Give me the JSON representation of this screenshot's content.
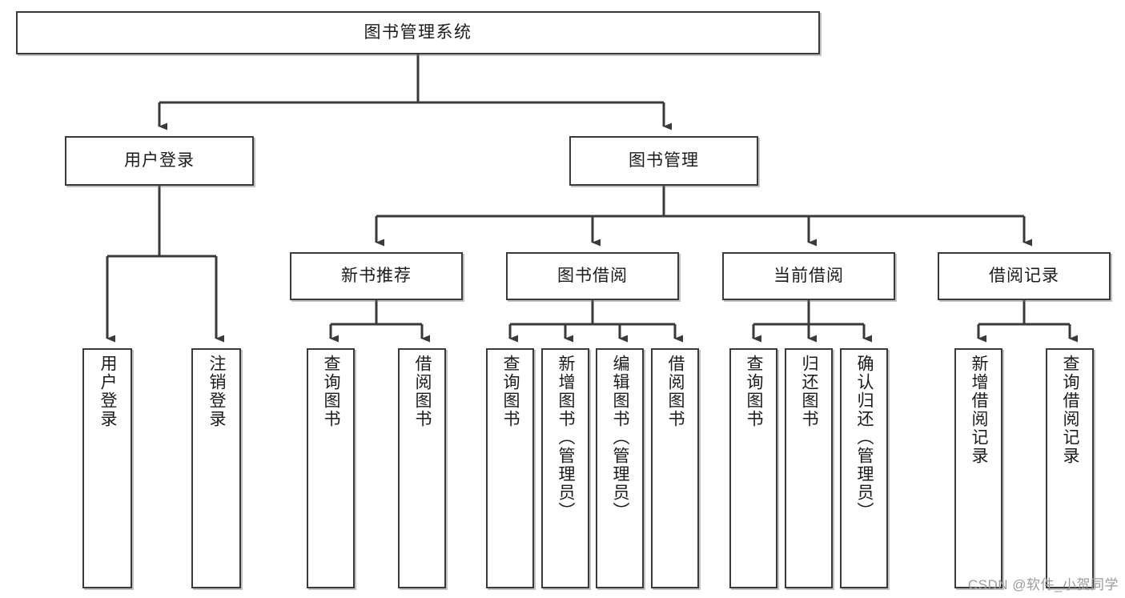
{
  "diagram": {
    "title": "图书管理系统",
    "type": "tree",
    "orientation": "top-down",
    "watermark": "CSDN @软件_小贺同学",
    "colors": {
      "box_border": "#3a3a3a",
      "box_fill": "#ffffff",
      "connector": "#3a3a3a",
      "text": "#1b1b1b",
      "watermark": "#9b9b9b",
      "background": "#ffffff"
    },
    "nodes": {
      "root": {
        "label": "图书管理系统",
        "level": 0,
        "orientation": "horizontal"
      },
      "level1": [
        {
          "id": "user-login",
          "label": "用户登录",
          "orientation": "horizontal"
        },
        {
          "id": "book-management",
          "label": "图书管理",
          "orientation": "horizontal"
        }
      ],
      "level2": [
        {
          "id": "new-book-recommend",
          "label": "新书推荐",
          "parent": "book-management",
          "orientation": "horizontal"
        },
        {
          "id": "book-borrow",
          "label": "图书借阅",
          "parent": "book-management",
          "orientation": "horizontal"
        },
        {
          "id": "current-borrow",
          "label": "当前借阅",
          "parent": "book-management",
          "orientation": "horizontal"
        },
        {
          "id": "borrow-record",
          "label": "借阅记录",
          "parent": "book-management",
          "orientation": "horizontal"
        }
      ],
      "leaves": [
        {
          "id": "leaf-user-login",
          "label": "用户登录",
          "parent": "user-login",
          "orientation": "vertical"
        },
        {
          "id": "leaf-user-logout",
          "label": "注销登录",
          "parent": "user-login",
          "orientation": "vertical"
        },
        {
          "id": "leaf-query-book-1",
          "label": "查询图书",
          "parent": "new-book-recommend",
          "orientation": "vertical"
        },
        {
          "id": "leaf-borrow-book-1",
          "label": "借阅图书",
          "parent": "new-book-recommend",
          "orientation": "vertical"
        },
        {
          "id": "leaf-query-book-2",
          "label": "查询图书",
          "parent": "book-borrow",
          "orientation": "vertical"
        },
        {
          "id": "leaf-add-book",
          "label": "新增图书（管理员）",
          "parent": "book-borrow",
          "orientation": "vertical"
        },
        {
          "id": "leaf-edit-book",
          "label": "编辑图书（管理员）",
          "parent": "book-borrow",
          "orientation": "vertical"
        },
        {
          "id": "leaf-borrow-book-2",
          "label": "借阅图书",
          "parent": "book-borrow",
          "orientation": "vertical"
        },
        {
          "id": "leaf-query-book-3",
          "label": "查询图书",
          "parent": "current-borrow",
          "orientation": "vertical"
        },
        {
          "id": "leaf-return-book",
          "label": "归还图书",
          "parent": "current-borrow",
          "orientation": "vertical"
        },
        {
          "id": "leaf-confirm-return",
          "label": "确认归还（管理员）",
          "parent": "current-borrow",
          "orientation": "vertical"
        },
        {
          "id": "leaf-add-record",
          "label": "新增借阅记录",
          "parent": "borrow-record",
          "orientation": "vertical"
        },
        {
          "id": "leaf-query-record",
          "label": "查询借阅记录",
          "parent": "borrow-record",
          "orientation": "vertical"
        }
      ]
    }
  }
}
